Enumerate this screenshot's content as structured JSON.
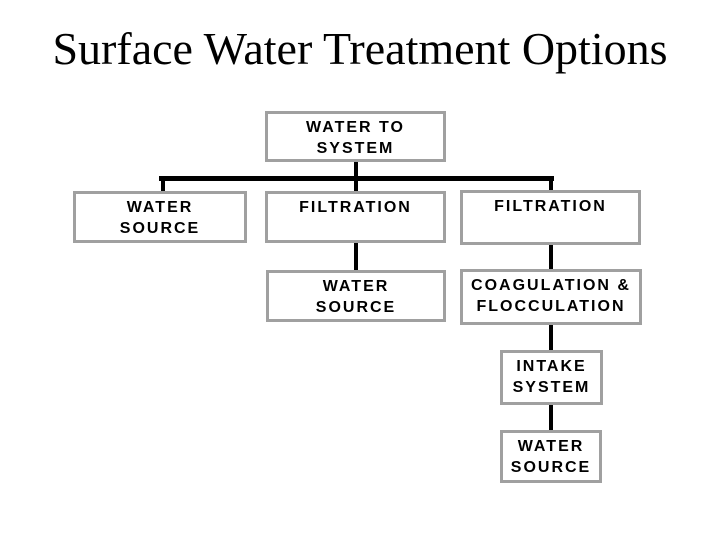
{
  "slide": {
    "title": "Surface Water Treatment Options",
    "background_color": "#ffffff"
  },
  "diagram": {
    "type": "flowchart",
    "nodes": [
      {
        "id": "water-to-system",
        "label": "WATER TO\nSYSTEM"
      },
      {
        "id": "water-source-left",
        "label": "WATER\nSOURCE"
      },
      {
        "id": "filtration-middle",
        "label": "FILTRATION"
      },
      {
        "id": "filtration-right",
        "label": "FILTRATION"
      },
      {
        "id": "water-source-middle",
        "label": "WATER\nSOURCE"
      },
      {
        "id": "coagulation-flocculation",
        "label": "COAGULATION &\nFLOCCULATION"
      },
      {
        "id": "intake-system",
        "label": "INTAKE\nSYSTEM"
      },
      {
        "id": "water-source-bottom",
        "label": "WATER\nSOURCE"
      }
    ],
    "edges": [
      {
        "from": "water-to-system",
        "to": "water-source-left"
      },
      {
        "from": "water-to-system",
        "to": "filtration-middle"
      },
      {
        "from": "water-to-system",
        "to": "filtration-right"
      },
      {
        "from": "filtration-middle",
        "to": "water-source-middle"
      },
      {
        "from": "filtration-right",
        "to": "coagulation-flocculation"
      },
      {
        "from": "coagulation-flocculation",
        "to": "intake-system"
      },
      {
        "from": "intake-system",
        "to": "water-source-bottom"
      }
    ],
    "colors": {
      "box_fill": "#ffffff",
      "box_border": "#a0a0a0",
      "connector": "#000000",
      "text": "#000000",
      "title_text": "#000000"
    }
  }
}
